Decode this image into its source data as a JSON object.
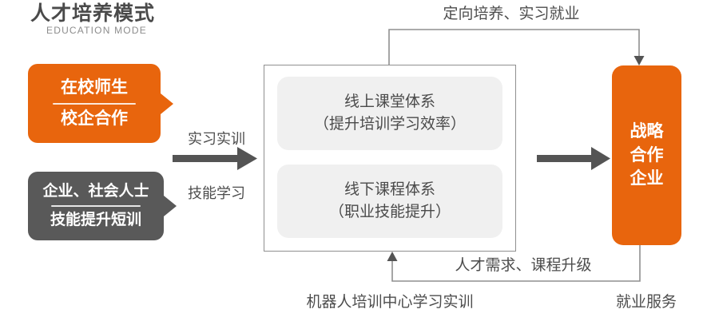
{
  "header": {
    "title": "人才培养模式",
    "subtitle": "EDUCATION MODE"
  },
  "colors": {
    "orange": "#E8650D",
    "gray": "#595959",
    "card_bg": "#f0f0f0",
    "text": "#4d4d4d",
    "line": "#8f8f8f",
    "arrow": "#545454"
  },
  "left_bubbles": [
    {
      "id": "students-teachers",
      "line1": "在校师生",
      "line2": "校企合作",
      "color": "#E8650D"
    },
    {
      "id": "enterprise-social",
      "line1": "企业、社会人士",
      "line2": "技能提升短训",
      "color": "#595959"
    }
  ],
  "middle_arrow": {
    "label_top": "实习实训",
    "label_bottom": "技能学习"
  },
  "center": {
    "cards": [
      {
        "title": "线上课堂体系",
        "note": "（提升培训学习效率）"
      },
      {
        "title": "线下课程体系",
        "note": "（职业技能提升）"
      }
    ],
    "caption": "机器人培训中心学习实训"
  },
  "right": {
    "line1": "战略",
    "line2": "合作",
    "line3": "企业",
    "caption": "就业服务"
  },
  "loops": {
    "top_label": "定向培养、实习就业",
    "bottom_label": "人才需求、课程升级"
  }
}
